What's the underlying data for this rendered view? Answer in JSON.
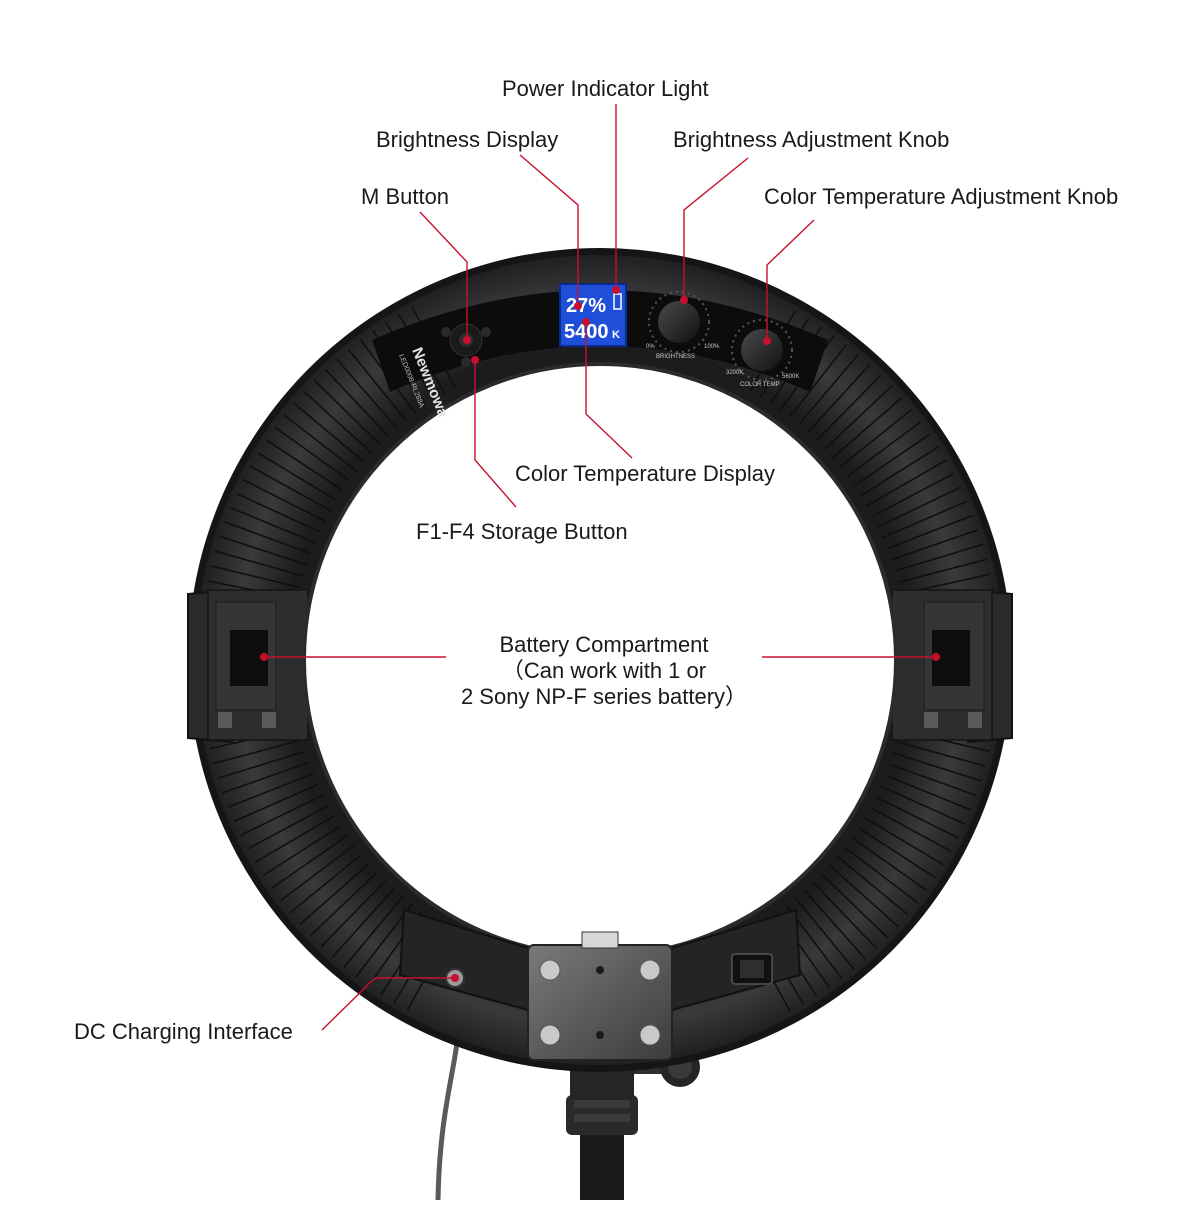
{
  "labels": {
    "power_indicator": "Power Indicator Light",
    "brightness_display": "Brightness Display",
    "brightness_knob": "Brightness Adjustment Knob",
    "m_button": "M Button",
    "color_temp_knob": "Color Temperature Adjustment Knob",
    "color_temp_display": "Color Temperature Display",
    "storage_button": "F1-F4 Storage Button",
    "battery_line1": "Battery Compartment",
    "battery_line2": "（Can work with 1 or",
    "battery_line3": "2 Sony NP-F series battery）",
    "dc_interface": "DC Charging Interface"
  },
  "device": {
    "brand": "Newmowa",
    "model": "LED0008-RL288A",
    "display_brightness": "27%",
    "display_kelvin": "5400",
    "display_kelvin_unit": "K",
    "knob_brightness_label": "BRIGHTNESS",
    "knob_brightness_min": "0%",
    "knob_brightness_max": "100%",
    "knob_temp_label": "COLOR TEMP",
    "knob_temp_min": "3200K",
    "knob_temp_max": "5600K"
  },
  "colors": {
    "leader_line": "#c8102e",
    "marker_dot": "#c8102e",
    "ring_body": "#2b2b2d",
    "lcd_blue": "#1f4fd8"
  }
}
